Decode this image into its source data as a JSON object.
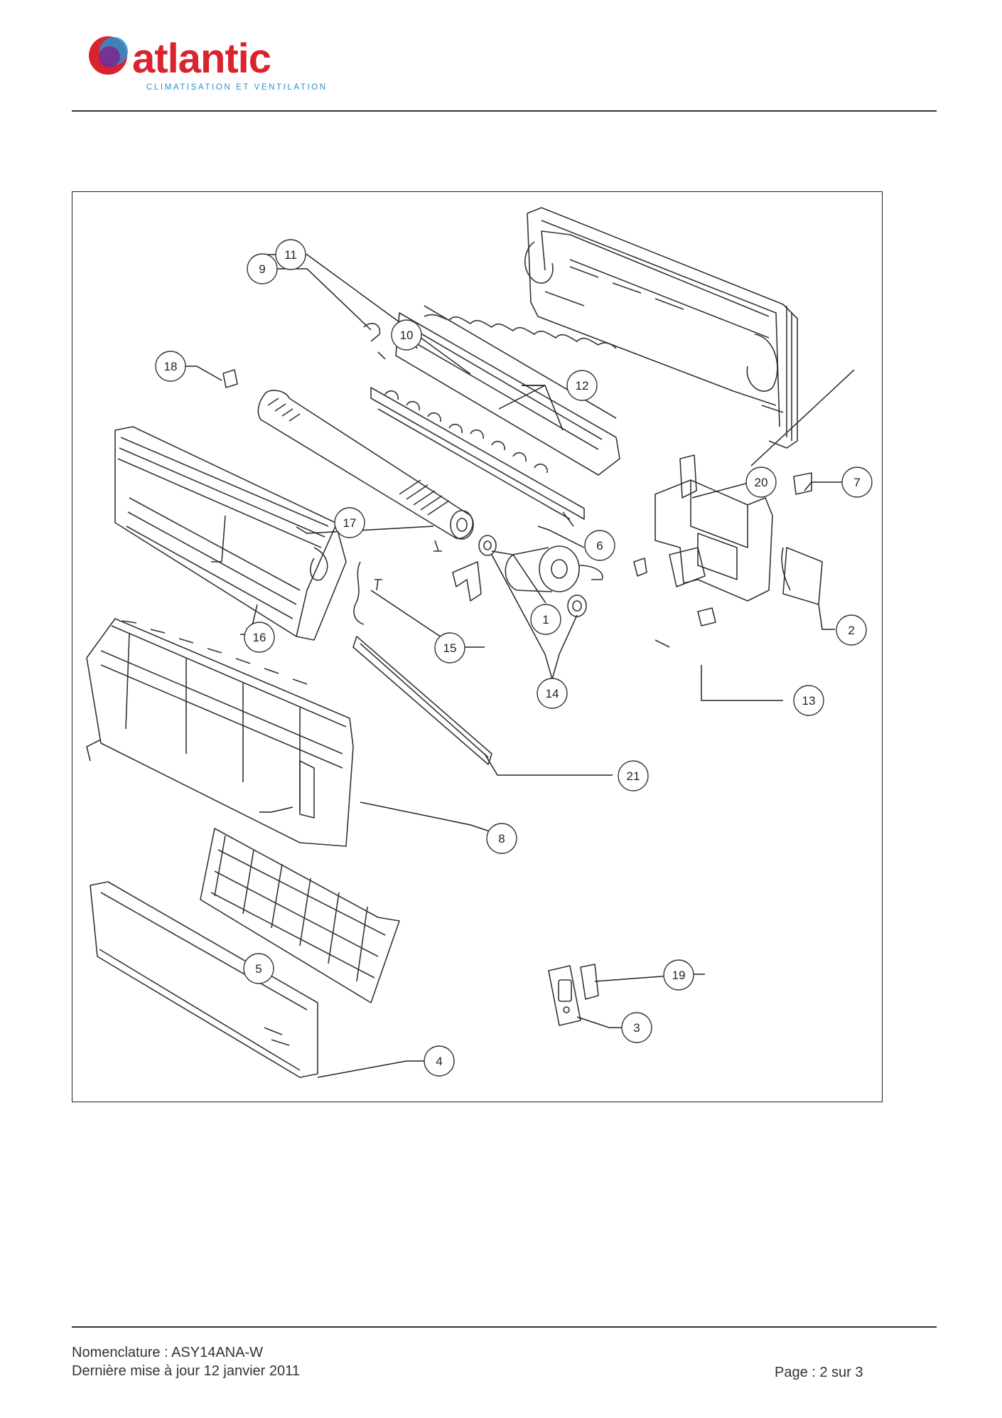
{
  "header": {
    "brand_name": "atlantic",
    "brand_tagline": "CLIMATISATION ET VENTILATION",
    "colors": {
      "brand_red": "#d9232e",
      "brand_blue": "#2a8fd1",
      "brand_purple": "#7a2b8f"
    }
  },
  "diagram": {
    "callouts": [
      {
        "id": "1",
        "label": "1"
      },
      {
        "id": "2",
        "label": "2"
      },
      {
        "id": "3",
        "label": "3"
      },
      {
        "id": "4",
        "label": "4"
      },
      {
        "id": "5",
        "label": "5"
      },
      {
        "id": "6",
        "label": "6"
      },
      {
        "id": "7",
        "label": "7"
      },
      {
        "id": "8",
        "label": "8"
      },
      {
        "id": "9",
        "label": "9"
      },
      {
        "id": "10",
        "label": "10"
      },
      {
        "id": "11",
        "label": "11"
      },
      {
        "id": "12",
        "label": "12"
      },
      {
        "id": "13",
        "label": "13"
      },
      {
        "id": "14",
        "label": "14"
      },
      {
        "id": "15",
        "label": "15"
      },
      {
        "id": "16",
        "label": "16"
      },
      {
        "id": "17",
        "label": "17"
      },
      {
        "id": "18",
        "label": "18"
      },
      {
        "id": "19",
        "label": "19"
      },
      {
        "id": "20",
        "label": "20"
      },
      {
        "id": "21",
        "label": "21"
      }
    ]
  },
  "footer": {
    "nomenclature": "Nomenclature : ASY14ANA-W",
    "last_update": "Dernière mise à jour 12 janvier 2011",
    "page": "Page : 2 sur 3"
  }
}
